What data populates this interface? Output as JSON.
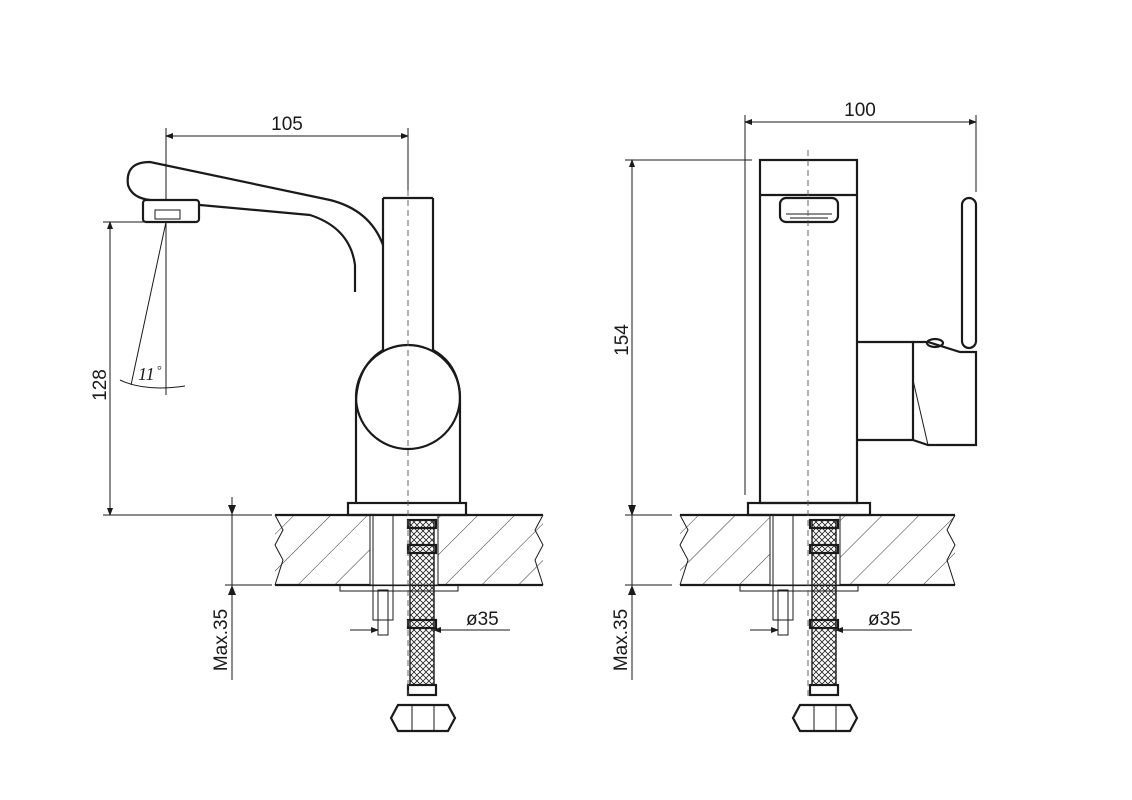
{
  "left_view": {
    "width_dim": "105",
    "height_dim": "128",
    "angle": "11",
    "angle_unit": "°",
    "max_thickness": "Max.35",
    "hole_dim": "ø35"
  },
  "right_view": {
    "width_dim": "100",
    "height_dim": "154",
    "max_thickness": "Max.35",
    "hole_dim": "ø35"
  },
  "colors": {
    "line": "#1a1a1a",
    "background": "#ffffff"
  }
}
